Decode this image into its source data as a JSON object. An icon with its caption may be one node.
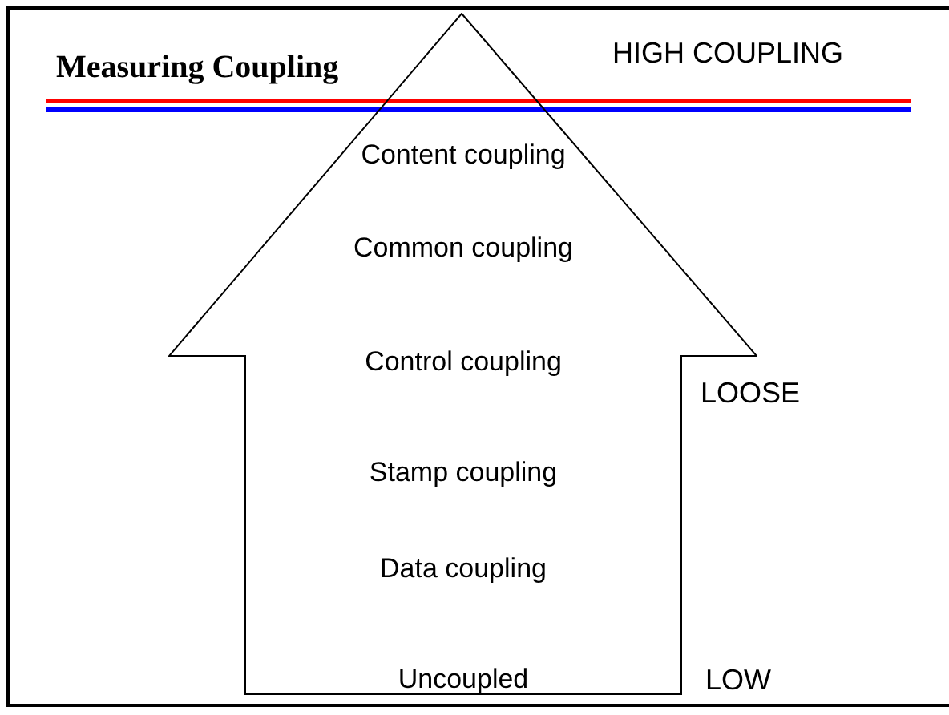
{
  "diagram": {
    "title": "Measuring Coupling",
    "nodes": [
      {
        "text": [
          "Content coupling",
          "Common coupling",
          "Control coupling",
          "Stamp coupling",
          "Data coupling",
          "Uncoupled"
        ]
      }
    ],
    "labels": [
      "HIGH COUPLING",
      "LOOSE",
      "LOW"
    ]
  }
}
